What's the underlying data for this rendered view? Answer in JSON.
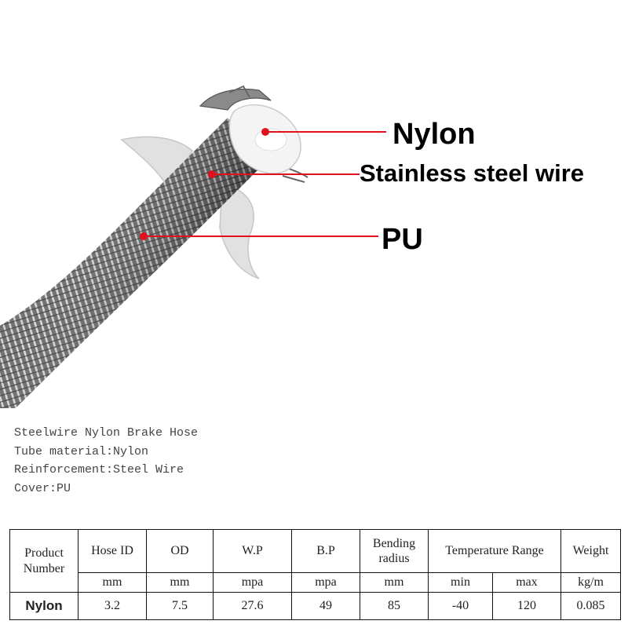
{
  "callouts": {
    "nylon": "Nylon",
    "steel_wire": "Stainless steel wire",
    "pu": "PU"
  },
  "colors": {
    "callout_line": "#e3101e",
    "braid_dark": "#3a3a3a",
    "braid_light": "#c8c8c8",
    "pu_sleeve": "#d8d8d8"
  },
  "specs": {
    "line1": "Steelwire Nylon Brake Hose",
    "line2": "Tube material:Nylon",
    "line3": "Reinforcement:Steel Wire",
    "line4": "Cover:PU"
  },
  "table": {
    "headers": {
      "product_number": "Product Number",
      "hose_id": "Hose ID",
      "od": "OD",
      "wp": "W.P",
      "bp": "B.P",
      "bending_radius": "Bending radius",
      "temperature_range": "Temperature Range",
      "weight": "Weight"
    },
    "units": {
      "hose_id": "mm",
      "od": "mm",
      "wp": "mpa",
      "bp": "mpa",
      "bending_radius": "mm",
      "temp_min": "min",
      "temp_max": "max",
      "weight": "kg/m"
    },
    "row": {
      "product": "Nylon",
      "hose_id": "3.2",
      "od": "7.5",
      "wp": "27.6",
      "bp": "49",
      "bending_radius": "85",
      "temp_min": "-40",
      "temp_max": "120",
      "weight": "0.085"
    }
  }
}
